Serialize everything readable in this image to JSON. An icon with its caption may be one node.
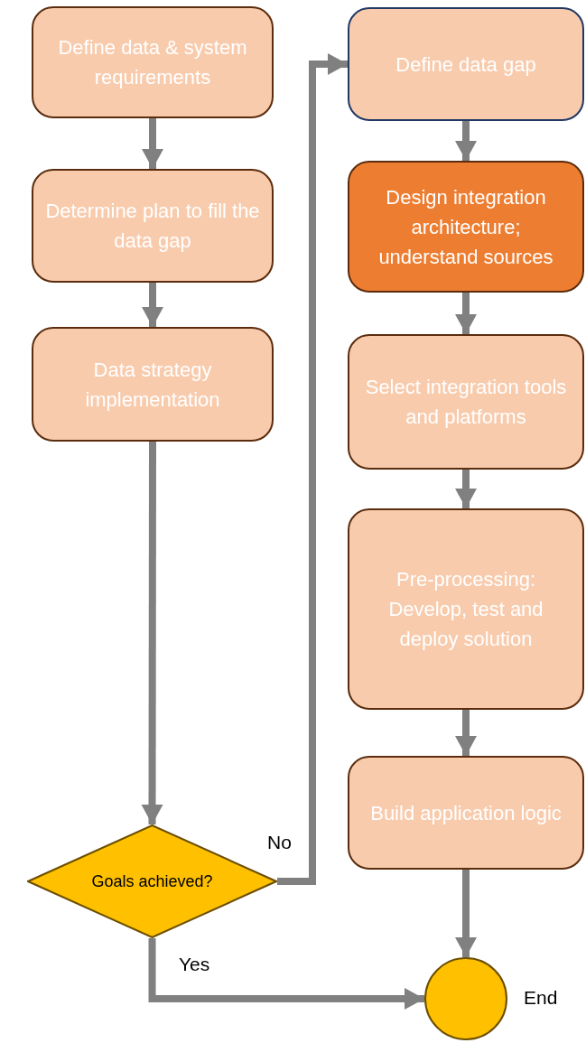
{
  "diagram": {
    "nodes": [
      {
        "text": [
          "Define data & system requirements"
        ]
      },
      {
        "text": [
          "Determine plan to fill the data gap"
        ]
      },
      {
        "text": [
          "Data strategy implementation"
        ]
      },
      {
        "text": [
          "Goals achieved?"
        ]
      },
      {
        "text": [
          "Define data gap"
        ]
      },
      {
        "text": [
          "Design integration architecture; understand sources"
        ]
      },
      {
        "text": [
          "Select integration tools and platforms"
        ]
      },
      {
        "text": [
          "Pre-processing: Develop, test and deploy solution"
        ]
      },
      {
        "text": [
          "Build application logic"
        ]
      },
      {
        "text": [],
        "shape": "circle",
        "beside": [
          "End"
        ]
      }
    ],
    "edges": [
      {
        "from": 0,
        "to": 1,
        "arrow": "to"
      },
      {
        "from": 1,
        "to": 2,
        "arrow": "to"
      },
      {
        "from": 2,
        "to": 3,
        "arrow": "to"
      },
      {
        "from": 3,
        "to": 4,
        "arrow": "to",
        "label": "No"
      },
      {
        "from": 4,
        "to": 5,
        "arrow": "to"
      },
      {
        "from": 5,
        "to": 6,
        "arrow": "to"
      },
      {
        "from": 6,
        "to": 7,
        "arrow": "to"
      },
      {
        "from": 7,
        "to": 8,
        "arrow": "to"
      },
      {
        "from": 8,
        "to": 9,
        "arrow": "to"
      },
      {
        "from": 3,
        "to": 9,
        "arrow": "to",
        "label": "Yes"
      }
    ]
  }
}
